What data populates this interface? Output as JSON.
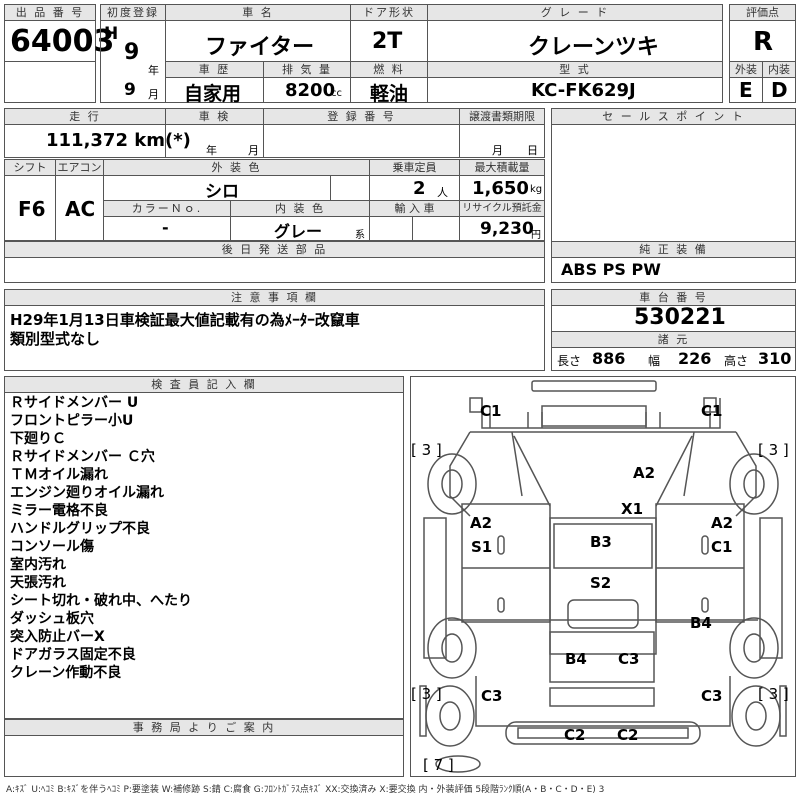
{
  "header_labels": {
    "lot": "出 品 番 号",
    "first_reg": "初度登録",
    "car_name": "車 名",
    "door": "ドア形状",
    "grade": "グ レ ー ド",
    "score": "評価点",
    "history": "車 歴",
    "displacement": "排 気 量",
    "fuel": "燃 料",
    "model": "型 式",
    "exterior": "外装",
    "interior": "内装",
    "mileage": "走 行",
    "inspection": "車 検",
    "reg_no": "登 録 番 号",
    "transfer_doc": "譲渡書類期限",
    "sales_point": "セ ー ル ス ポ イ ン ト",
    "shift": "シフト",
    "ac": "エアコン",
    "ext_color": "外 装 色",
    "capacity": "乗車定員",
    "max_load": "最大積載量",
    "color_no": "カラーＮｏ.",
    "int_color": "内 装 色",
    "import": "輸 入 車",
    "recycle": "リサイクル預託金",
    "later_parts": "後 日 発 送 部 品",
    "equipment": "純 正 装 備",
    "notes": "注 意 事 項 欄",
    "chassis": "車 台 番 号",
    "specs": "諸 元",
    "inspector": "検 査 員 記 入 欄",
    "office": "事 務 局 よ り ご 案 内"
  },
  "lot_no": "64003",
  "era": "H",
  "first_reg_year": "9",
  "year_unit": "年",
  "first_reg_month": "9",
  "month_unit": "月",
  "car_name": "ファイター",
  "door": "2T",
  "grade": "クレーンツキ",
  "score": "R",
  "history": "自家用",
  "displacement": "8200",
  "displacement_unit": "cc",
  "fuel": "軽油",
  "model": "KC-FK629J",
  "exterior_grade": "E",
  "interior_grade": "D",
  "mileage": "111,372 km(*)",
  "inspection_year_unit": "年",
  "inspection_month_unit": "月",
  "transfer_month_unit": "月",
  "transfer_day_unit": "日",
  "shift": "F6",
  "ac": "AC",
  "ext_color": "シロ",
  "capacity": "2",
  "capacity_unit": "人",
  "max_load": "1,650",
  "max_load_unit": "kg",
  "color_no": "-",
  "int_color": "グレー",
  "int_color_suffix": "系",
  "recycle": "9,230",
  "recycle_unit": "円",
  "equipment": "ABS PS PW",
  "notes": [
    "H29年1月13日車検証最大値記載有の為ﾒｰﾀｰ改竄車",
    "類別型式なし"
  ],
  "chassis_no": "530221",
  "specs": {
    "length_label": "長さ",
    "length": "886",
    "width_label": "幅",
    "width": "226",
    "height_label": "高さ",
    "height": "310"
  },
  "inspector_notes": [
    "Ｒサイドメンバー U",
    "フロントピラー小U",
    "下廻りＣ",
    "Ｒサイドメンバー Ｃ穴",
    "ＴＭオイル漏れ",
    "エンジン廻りオイル漏れ",
    "ミラー電格不良",
    "ハンドルグリップ不良",
    "コンソール傷",
    "室内汚れ",
    "天張汚れ",
    "シート切れ・破れ中、へたり",
    "ダッシュ板穴",
    "突入防止バーX",
    "ドアガラス固定不良",
    "クレーン作動不良"
  ],
  "diagram": {
    "c1_left": "C1",
    "c1_right": "C1",
    "tire_fl": "[ 3 ]",
    "tire_fr": "[ 3 ]",
    "a2_top": "A2",
    "x1": "X1",
    "a2_left": "A2",
    "s1": "S1",
    "a2_right": "A2",
    "c1_mid": "C1",
    "b3": "B3",
    "s2": "S2",
    "b4_right": "B4",
    "b4_bottom": "B4",
    "c3_center": "C3",
    "tire_rl": "[ 3 ]",
    "tire_rr": "[ 3 ]",
    "c3_left": "C3",
    "c3_right": "C3",
    "c2_left": "C2",
    "c2_right": "C2",
    "tire_spare": "[ 7 ]"
  },
  "legend": "A:ｷｽﾞ U:ﾍｺﾐ B:ｷｽﾞを伴うﾍｺﾐ P:要塗装 W:補修跡 S:錆 C:腐食 G:ﾌﾛﾝﾄｶﾞﾗｽ点ｷｽﾞ XX:交換済み X:要交換 内・外装評価 5段階ﾗﾝｸ順(A・B・C・D・E) 3"
}
